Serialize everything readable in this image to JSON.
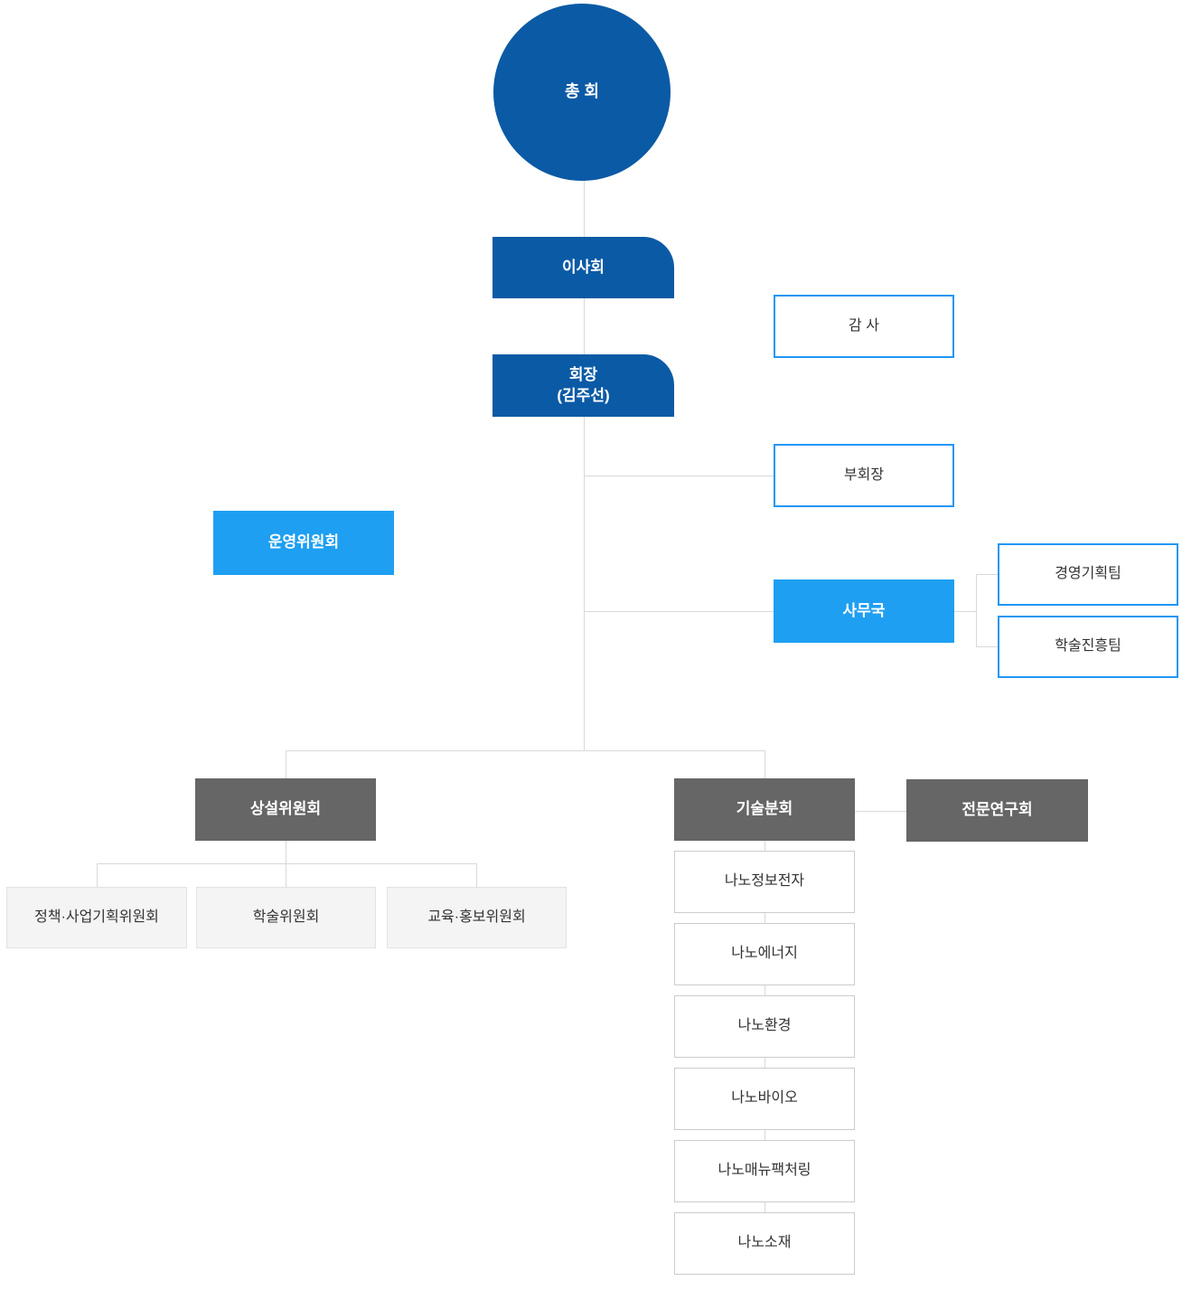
{
  "org": {
    "general_assembly": "총 회",
    "board": "이사회",
    "auditor": "감 사",
    "president": "회장",
    "president_name": "(김주선)",
    "vice_president": "부회장",
    "steering_committee": "운영위원회",
    "secretariat": "사무국",
    "secretariat_teams": [
      "경영기획팀",
      "학술진흥팀"
    ],
    "standing_committee": "상설위원회",
    "standing_children": [
      "정책·사업기획위원회",
      "학술위원회",
      "교육·홍보위원회"
    ],
    "technical_division": "기술분회",
    "expert_research_group": "전문연구회",
    "technical_children": [
      "나노정보전자",
      "나노에너지",
      "나노환경",
      "나노바이오",
      "나노매뉴팩처링",
      "나노소재"
    ]
  },
  "colors": {
    "primary_dark_blue": "#0B5AA5",
    "primary_light_blue": "#1E9FF2",
    "outline_blue": "#2196F3",
    "dark_gray": "#666666",
    "light_gray_bg": "#F4F4F4",
    "light_gray_border": "#E2E2E2",
    "white_box_border": "#CCCCCC",
    "connector": "#D9D9D9",
    "dark_text": "#333333"
  }
}
